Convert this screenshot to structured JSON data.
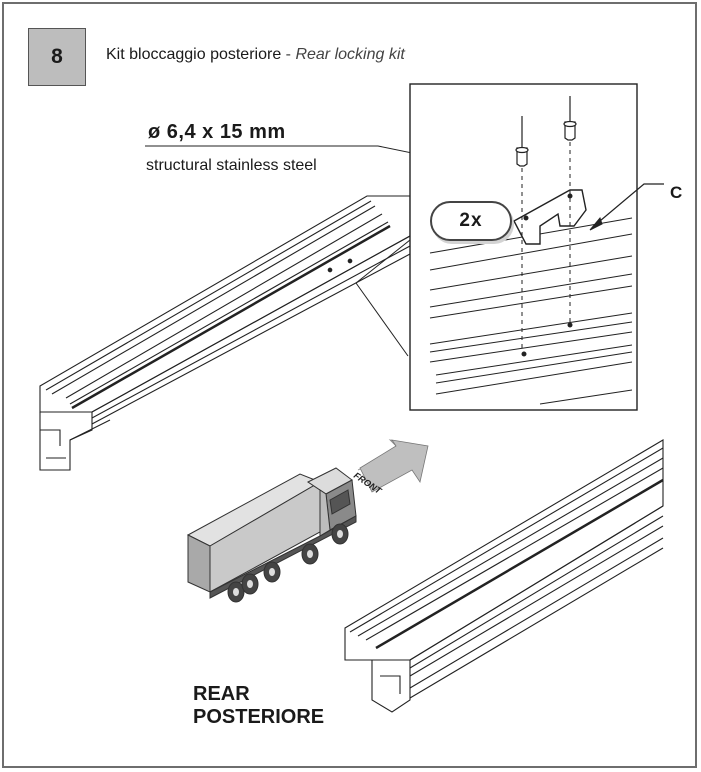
{
  "step": {
    "number": "8",
    "title_it": "Kit bloccaggio posteriore",
    "separator": "-",
    "title_en": "Rear locking kit"
  },
  "rivet": {
    "dimension": "ø 6,4 x 15 mm",
    "material": "structural stainless steel"
  },
  "detail": {
    "part_label": "C",
    "quantity": "2x"
  },
  "truck": {
    "direction_label": "FRONT"
  },
  "orientation": {
    "label_en": "REAR",
    "label_it": "POSTERIORE"
  },
  "colors": {
    "frame": "#6e6e6e",
    "step_box": "#bdbdbd",
    "truck_body": "#c9c9c9",
    "arrow": "#bfbfbf"
  }
}
